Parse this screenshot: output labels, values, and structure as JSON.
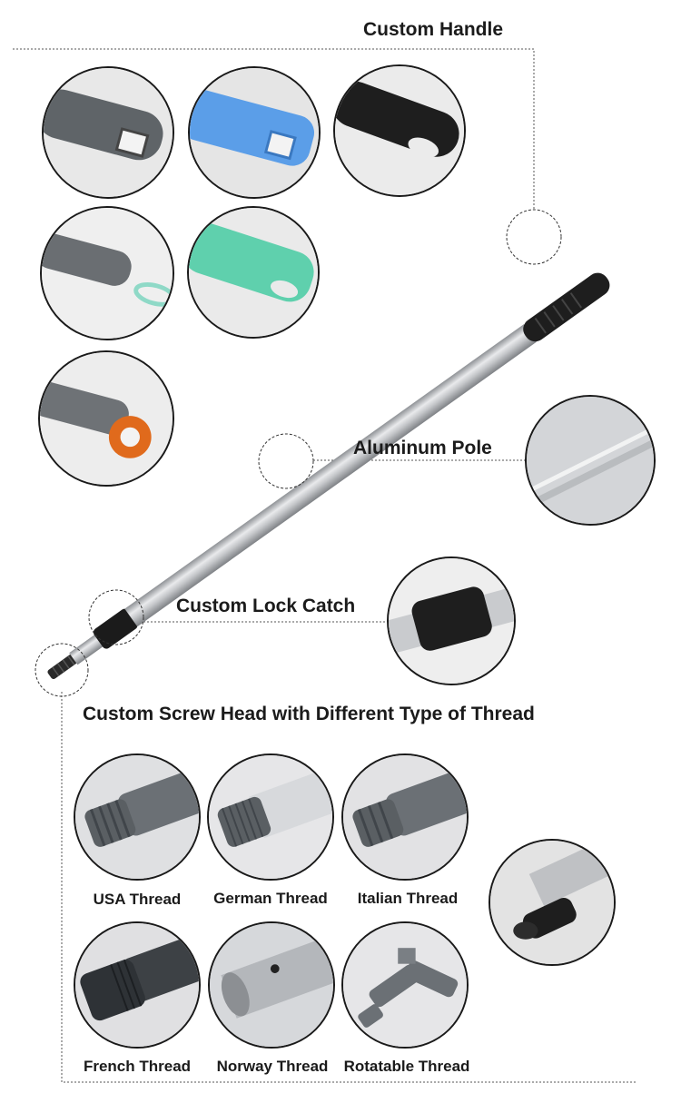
{
  "sections": {
    "custom_handle": "Custom Handle",
    "aluminum_pole": "Aluminum Pole",
    "custom_lock_catch": "Custom Lock Catch",
    "screw_head": "Custom Screw Head with Different Type of Thread"
  },
  "threads": [
    {
      "label": "USA Thread"
    },
    {
      "label": "German Thread"
    },
    {
      "label": "Italian Thread"
    },
    {
      "label": "French Thread"
    },
    {
      "label": "Norway Thread"
    },
    {
      "label": "Rotatable Thread"
    }
  ],
  "colors": {
    "handle_gray": "#5f6468",
    "handle_blue": "#5b9ee8",
    "handle_black": "#1e1e1e",
    "handle_mint": "#5fd0ad",
    "handle_orange": "#e06a1c",
    "pole_silver": "#c7c9cc"
  }
}
